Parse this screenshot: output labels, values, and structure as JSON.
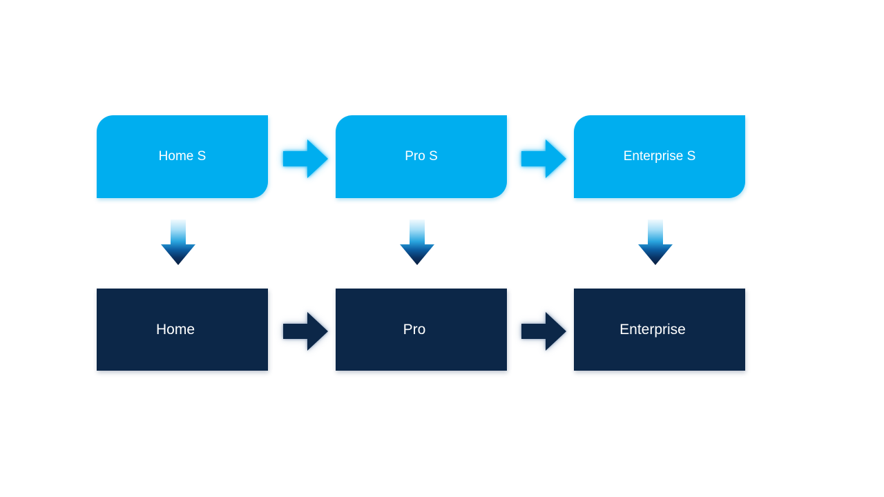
{
  "canvas": {
    "background": "#FFFFFF"
  },
  "diagram": {
    "name": "edition-upgrade-process",
    "colors": {
      "background": "#FFFFFF",
      "node_top_fill": "#00AEEF",
      "node_bottom_fill": "#0C2748",
      "label_text": "#FFFFFF",
      "light_arrow": "#00AEEF",
      "dark_arrow": "#0C2748",
      "down_arrow_top": "#F2FAFE",
      "down_arrow_mid": "#2AA6DF",
      "down_arrow_bottom": "#0B1F3F"
    },
    "top_row": {
      "nodes": [
        {
          "id": "home-s",
          "label": "Home S"
        },
        {
          "id": "pro-s",
          "label": "Pro S"
        },
        {
          "id": "enterprise-s",
          "label": "Enterprise S"
        }
      ]
    },
    "bottom_row": {
      "nodes": [
        {
          "id": "home",
          "label": "Home"
        },
        {
          "id": "pro",
          "label": "Pro"
        },
        {
          "id": "enterprise",
          "label": "Enterprise"
        }
      ]
    },
    "connectors": [
      {
        "icon": "right-arrow-icon",
        "style": "light",
        "from": "Home S",
        "to": "Pro S"
      },
      {
        "icon": "right-arrow-icon",
        "style": "light",
        "from": "Pro S",
        "to": "Enterprise S"
      },
      {
        "icon": "down-arrow-icon",
        "style": "gradient",
        "from": "Home S",
        "to": "Home"
      },
      {
        "icon": "down-arrow-icon",
        "style": "gradient",
        "from": "Pro S",
        "to": "Pro"
      },
      {
        "icon": "down-arrow-icon",
        "style": "gradient",
        "from": "Enterprise S",
        "to": "Enterprise"
      },
      {
        "icon": "right-arrow-icon",
        "style": "dark",
        "from": "Home",
        "to": "Pro"
      },
      {
        "icon": "right-arrow-icon",
        "style": "dark",
        "from": "Pro",
        "to": "Enterprise"
      }
    ]
  }
}
